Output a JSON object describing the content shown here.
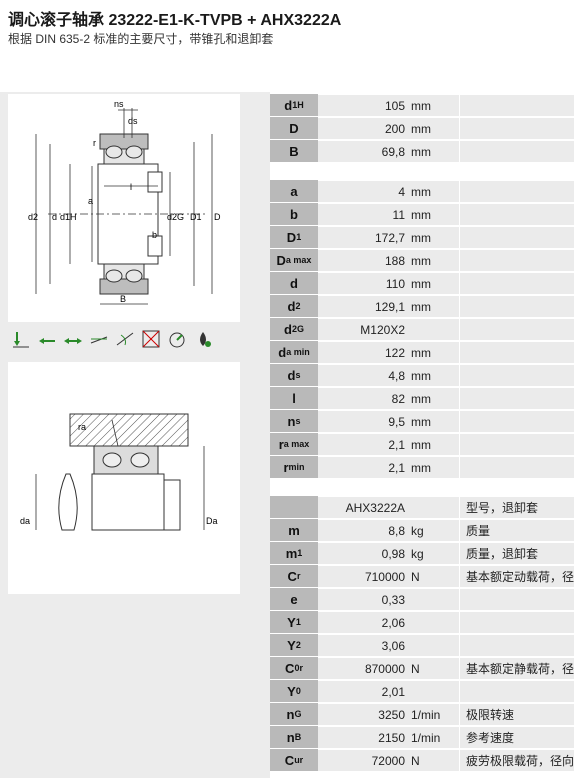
{
  "header": {
    "title": "调心滚子轴承 23222-E1-K-TVPB + AHX3222A",
    "subtitle": "根据 DIN 635-2 标准的主要尺寸，带锥孔和退卸套"
  },
  "diagram1": {
    "labels": {
      "ns": "ns",
      "ds": "ds",
      "r": "r",
      "l": "l",
      "a": "a",
      "b": "b",
      "B": "B",
      "d2": "d2",
      "d": "d",
      "d1H": "d1H",
      "d2G": "d2G",
      "D1": "D1",
      "D": "D"
    }
  },
  "diagram2": {
    "labels": {
      "ra": "ra",
      "da": "da",
      "Da": "Da"
    }
  },
  "group1": [
    {
      "sym": "d",
      "sub": "1H",
      "value": "105",
      "unit": "mm"
    },
    {
      "sym": "D",
      "sub": "",
      "value": "200",
      "unit": "mm"
    },
    {
      "sym": "B",
      "sub": "",
      "value": "69,8",
      "unit": "mm"
    }
  ],
  "group2": [
    {
      "sym": "a",
      "sub": "",
      "value": "4",
      "unit": "mm"
    },
    {
      "sym": "b",
      "sub": "",
      "value": "11",
      "unit": "mm"
    },
    {
      "sym": "D",
      "sub": "1",
      "value": "172,7",
      "unit": "mm"
    },
    {
      "sym": "D",
      "sub": "a max",
      "value": "188",
      "unit": "mm"
    },
    {
      "sym": "d",
      "sub": "",
      "value": "110",
      "unit": "mm"
    },
    {
      "sym": "d",
      "sub": "2",
      "value": "129,1",
      "unit": "mm"
    },
    {
      "sym": "d",
      "sub": "2G",
      "value": "M120X2",
      "unit": ""
    },
    {
      "sym": "d",
      "sub": "a min",
      "value": "122",
      "unit": "mm"
    },
    {
      "sym": "d",
      "sub": "s",
      "value": "4,8",
      "unit": "mm"
    },
    {
      "sym": "l",
      "sub": "",
      "value": "82",
      "unit": "mm"
    },
    {
      "sym": "n",
      "sub": "s",
      "value": "9,5",
      "unit": "mm"
    },
    {
      "sym": "r",
      "sub": "a max",
      "value": "2,1",
      "unit": "mm"
    },
    {
      "sym": "r",
      "sub": "min",
      "value": "2,1",
      "unit": "mm"
    }
  ],
  "group3": [
    {
      "sym": "",
      "sub": "",
      "value": "AHX3222A",
      "unit": "",
      "desc": "型号，退卸套"
    },
    {
      "sym": "m",
      "sub": "",
      "value": "8,8",
      "unit": "kg",
      "desc": "质量"
    },
    {
      "sym": "m",
      "sub": "1",
      "value": "0,98",
      "unit": "kg",
      "desc": "质量，退卸套"
    },
    {
      "sym": "C",
      "sub": "r",
      "value": "710000",
      "unit": "N",
      "desc": "基本额定动载荷，径向"
    },
    {
      "sym": "e",
      "sub": "",
      "value": "0,33",
      "unit": "",
      "desc": ""
    },
    {
      "sym": "Y",
      "sub": "1",
      "value": "2,06",
      "unit": "",
      "desc": ""
    },
    {
      "sym": "Y",
      "sub": "2",
      "value": "3,06",
      "unit": "",
      "desc": ""
    },
    {
      "sym": "C",
      "sub": "0r",
      "value": "870000",
      "unit": "N",
      "desc": "基本额定静载荷，径向"
    },
    {
      "sym": "Y",
      "sub": "0",
      "value": "2,01",
      "unit": "",
      "desc": ""
    },
    {
      "sym": "n",
      "sub": "G",
      "value": "3250",
      "unit": "1/min",
      "desc": "极限转速"
    },
    {
      "sym": "n",
      "sub": "B",
      "value": "2150",
      "unit": "1/min",
      "desc": "参考速度"
    },
    {
      "sym": "C",
      "sub": "ur",
      "value": "72000",
      "unit": "N",
      "desc": "疲劳极限载荷，径向"
    }
  ],
  "icons": [
    "radial-load-icon",
    "axial-load-left-icon",
    "axial-load-both-icon",
    "angular-misalignment-icon",
    "misalignment-compensation-icon",
    "no-sealing-icon",
    "high-speed-icon",
    "lubrication-icon"
  ],
  "colors": {
    "symbol_bg": "#b9b9b9",
    "value_bg": "#ebebeb",
    "page_gray": "#ececec"
  }
}
